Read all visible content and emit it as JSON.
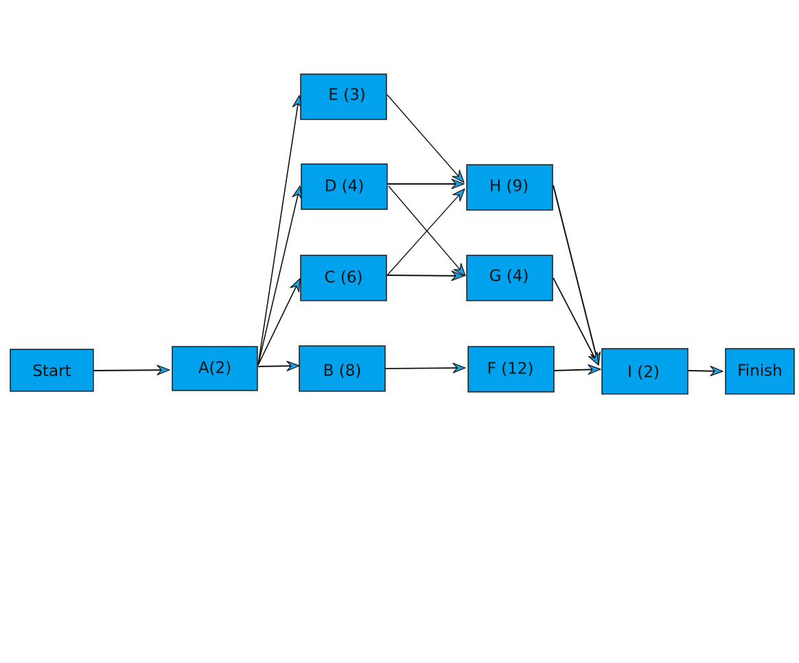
{
  "diagram": {
    "colors": {
      "node_fill": "#00a2ed",
      "node_border": "#1b1b1b",
      "edge": "#111111",
      "arrowhead": "#1f9fe0"
    },
    "nodes": [
      {
        "id": "start",
        "label": "Start"
      },
      {
        "id": "a",
        "label": "A(2)"
      },
      {
        "id": "e",
        "label": "E (3)"
      },
      {
        "id": "d",
        "label": "D (4)"
      },
      {
        "id": "c",
        "label": "C (6)"
      },
      {
        "id": "b",
        "label": "B (8)"
      },
      {
        "id": "h",
        "label": "H (9)"
      },
      {
        "id": "g",
        "label": "G (4)"
      },
      {
        "id": "f",
        "label": "F (12)"
      },
      {
        "id": "i",
        "label": "I (2)"
      },
      {
        "id": "finish",
        "label": "Finish"
      }
    ],
    "edges": [
      {
        "from": "start",
        "to": "a"
      },
      {
        "from": "a",
        "to": "e"
      },
      {
        "from": "a",
        "to": "d"
      },
      {
        "from": "a",
        "to": "c"
      },
      {
        "from": "a",
        "to": "b"
      },
      {
        "from": "e",
        "to": "h"
      },
      {
        "from": "d",
        "to": "h"
      },
      {
        "from": "d",
        "to": "g"
      },
      {
        "from": "c",
        "to": "h"
      },
      {
        "from": "c",
        "to": "g"
      },
      {
        "from": "b",
        "to": "f"
      },
      {
        "from": "h",
        "to": "i"
      },
      {
        "from": "g",
        "to": "i"
      },
      {
        "from": "f",
        "to": "i"
      },
      {
        "from": "i",
        "to": "finish"
      }
    ]
  }
}
